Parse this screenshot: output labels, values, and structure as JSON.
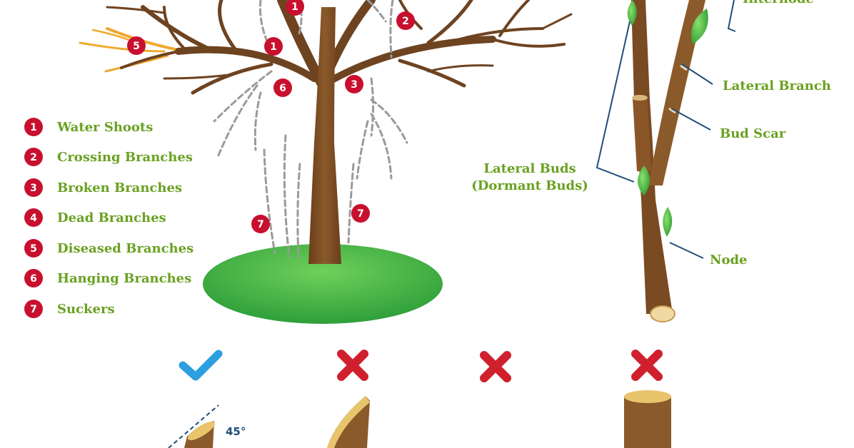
{
  "legend": [
    {
      "num": "1",
      "label": "Water Shoots"
    },
    {
      "num": "2",
      "label": "Crossing Branches"
    },
    {
      "num": "3",
      "label": "Broken Branches"
    },
    {
      "num": "4",
      "label": "Dead Branches"
    },
    {
      "num": "5",
      "label": "Diseased Branches"
    },
    {
      "num": "6",
      "label": "Hanging Branches"
    },
    {
      "num": "7",
      "label": "Suckers"
    }
  ],
  "tree_markers": {
    "m1a": "1",
    "m1b": "1",
    "m2": "2",
    "m3": "3",
    "m5": "5",
    "m6": "6",
    "m7a": "7",
    "m7b": "7"
  },
  "branch_parts": {
    "internode": "Internode",
    "lateral_branch": "Lateral Branch",
    "bud_scar": "Bud Scar",
    "lateral_buds_line1": "Lateral Buds",
    "lateral_buds_line2": "(Dormant Buds)",
    "node": "Node"
  },
  "cuts": {
    "angle_label": "45°",
    "marks": [
      {
        "kind": "check-icon",
        "status": "correct"
      },
      {
        "kind": "cross-icon",
        "status": "incorrect"
      },
      {
        "kind": "cross-icon",
        "status": "incorrect"
      },
      {
        "kind": "cross-icon",
        "status": "incorrect"
      }
    ]
  },
  "colors": {
    "label_green": "#6aa121",
    "marker_red": "#c8102e",
    "bark_brown": "#7a4a22",
    "lawn_green": "#3bb44a",
    "check_blue": "#2b9fe0",
    "leaf_green": "#4cba3c"
  }
}
